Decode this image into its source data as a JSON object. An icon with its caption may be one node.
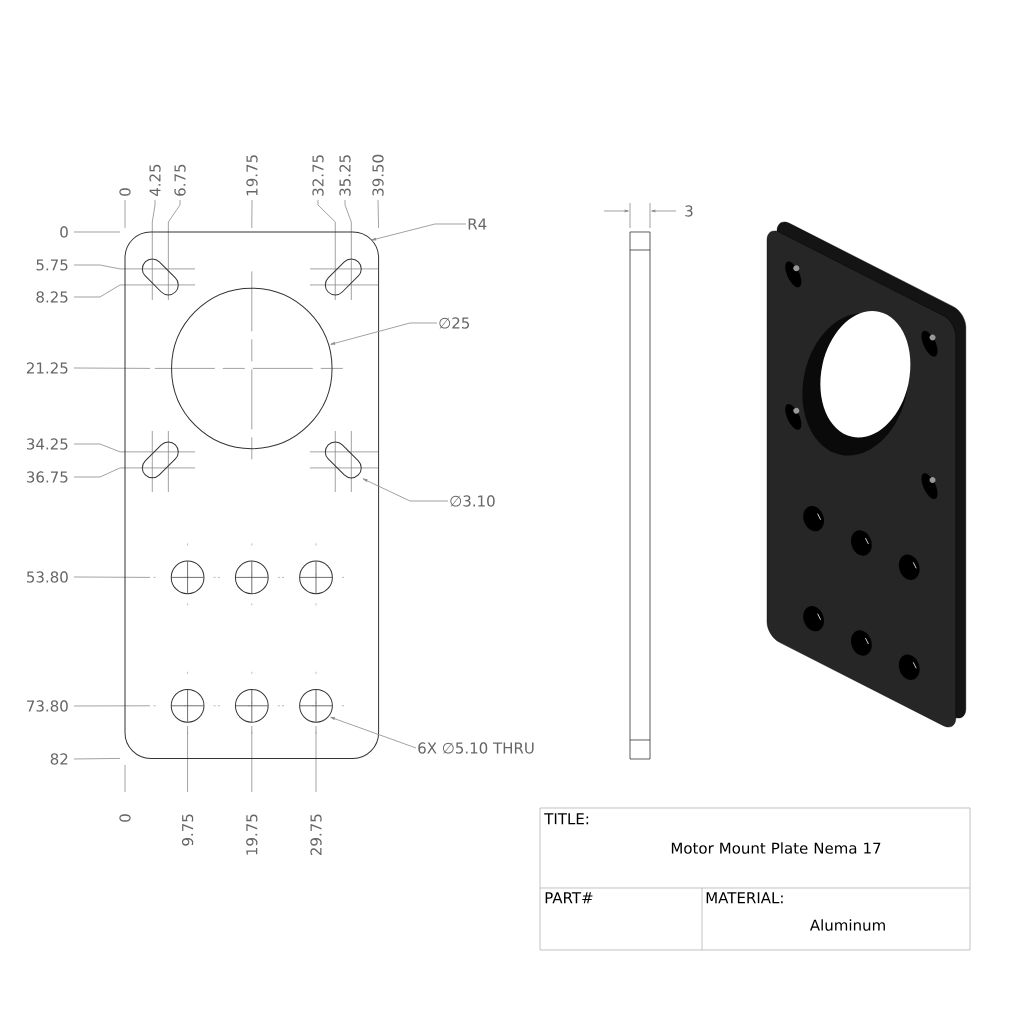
{
  "diagram": {
    "nodes": [
      {
        "text": [],
        "shape": "box"
      },
      {
        "text": [
          "R4"
        ]
      },
      {
        "text": [],
        "shape": "slot",
        "in": 0
      },
      {
        "text": [],
        "shape": "slot",
        "in": 0
      },
      {
        "text": [
          "∅25"
        ]
      },
      {
        "text": [],
        "shape": "circle",
        "in": 0
      },
      {
        "text": [],
        "shape": "slot",
        "in": 0
      },
      {
        "text": [],
        "shape": "slot",
        "in": 0
      },
      {
        "text": [
          "∅3.10"
        ]
      },
      {
        "text": [],
        "shape": "circle",
        "in": 0
      },
      {
        "text": [],
        "shape": "circle",
        "in": 0
      },
      {
        "text": [],
        "shape": "circle",
        "in": 0
      },
      {
        "text": [],
        "shape": "circle",
        "in": 0
      },
      {
        "text": [],
        "shape": "circle",
        "in": 0
      },
      {
        "text": [],
        "shape": "circle",
        "in": 0
      },
      {
        "text": [
          "6X ∅5.10 THRU"
        ]
      }
    ],
    "edges": [
      {
        "from": 1,
        "to": 0,
        "arrow": "to"
      },
      {
        "from": 4,
        "to": 5,
        "arrow": "to"
      },
      {
        "from": 8,
        "to": 7,
        "arrow": "to"
      },
      {
        "from": 15,
        "to": 14,
        "arrow": "to"
      }
    ],
    "labels": [
      "0",
      "4.25",
      "6.75",
      "19.75",
      "32.75",
      "35.25",
      "39.50",
      "3",
      "0",
      "5.75",
      "8.25",
      "21.25",
      "34.25",
      "36.75",
      "53.80",
      "73.80",
      "82",
      "0",
      "9.75",
      "19.75",
      "29.75",
      "TITLE:",
      "Motor Mount Plate Nema 17",
      "PART#",
      "MATERIAL:",
      "Aluminum"
    ]
  }
}
